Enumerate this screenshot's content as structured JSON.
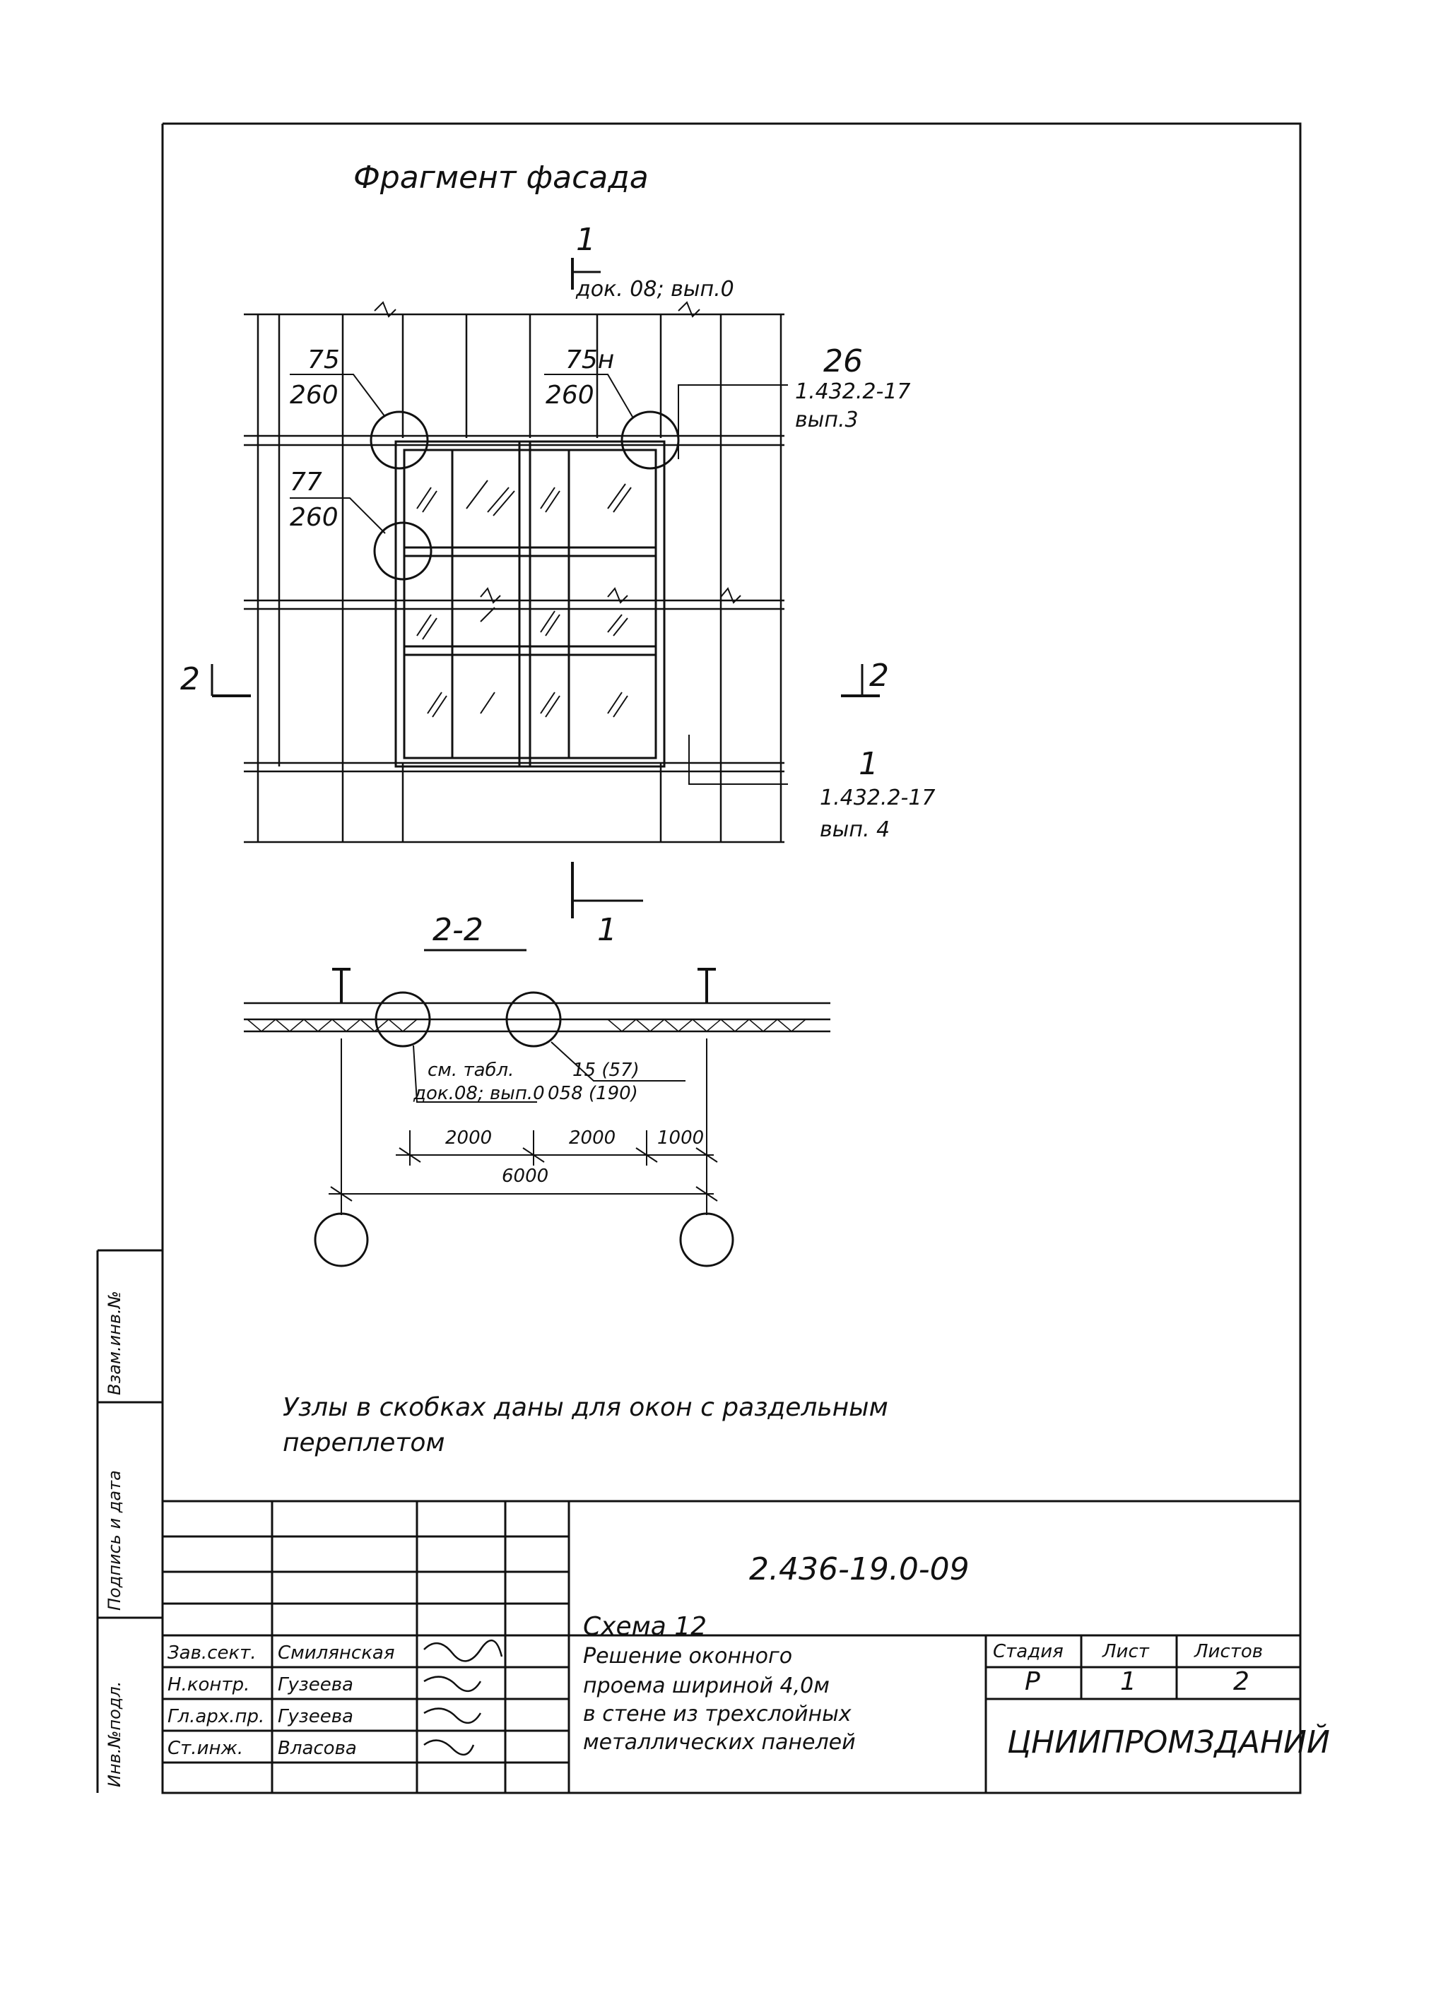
{
  "drawing": {
    "title": "Фрагмент фасада",
    "section_mark": "1",
    "section_ref": "док. 08; вып.0",
    "callouts": [
      {
        "top": "75",
        "bottom": "260"
      },
      {
        "top": "75н",
        "bottom": "260"
      },
      {
        "top": "77",
        "bottom": "260"
      }
    ],
    "right_ref_top": {
      "num": "26",
      "doc": "1.432.2-17",
      "issue": "вып.3"
    },
    "right_ref_bottom": {
      "num": "1",
      "doc": "1.432.2-17",
      "issue": "вып. 4"
    },
    "cut_left_label": "2",
    "cut_right_label": "2",
    "cut_bottom_label": "1",
    "section_title": "2-2",
    "note_left_line1": "см. табл.",
    "note_left_line2": "док.08; вып.0",
    "note_right_line1": "15 (57)",
    "note_right_line2": "058 (190)",
    "dims": {
      "d1": "2000",
      "d2": "2000",
      "d3": "1000",
      "total": "6000"
    },
    "note_line1": "Узлы в скобках даны для окон с раздельным",
    "note_line2": "переплетом"
  },
  "stamp": {
    "side_labels": [
      "Инв.№подл.",
      "Подпись и дата",
      "Взам.инв.№"
    ],
    "doc_code": "2.436-19.0-09",
    "roles": [
      {
        "role": "Зав.сект.",
        "name": "Смилянская"
      },
      {
        "role": "Н.контр.",
        "name": "Гузеева"
      },
      {
        "role": "Гл.арх.пр.",
        "name": "Гузеева"
      },
      {
        "role": "Ст.инж.",
        "name": "Власова"
      }
    ],
    "title_lines": [
      "Схема 12",
      "Решение оконного",
      "проема шириной 4,0м",
      "в стене из трехслойных",
      "металлических панелей"
    ],
    "col_headers": [
      "Стадия",
      "Лист",
      "Листов"
    ],
    "col_values": [
      "Р",
      "1",
      "2"
    ],
    "org": "ЦНИИПРОМЗДАНИЙ"
  }
}
